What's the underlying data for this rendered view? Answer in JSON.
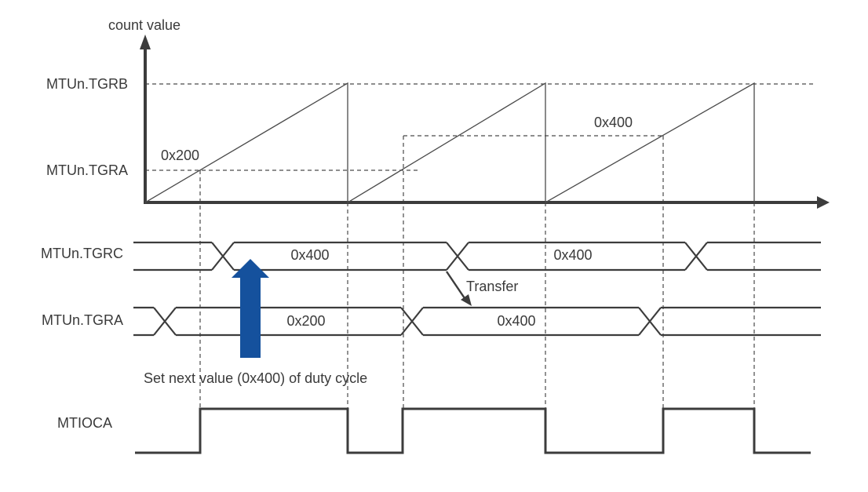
{
  "graph": {
    "axis_label": "count value",
    "tgrb_label": "MTUn.TGRB",
    "tgra_label": "MTUn.TGRA",
    "compare_initial": "0x200",
    "compare_new": "0x400"
  },
  "buses": {
    "tgrc": {
      "label": "MTUn.TGRC",
      "values": [
        "0x400",
        "0x400"
      ]
    },
    "tgra": {
      "label": "MTUn.TGRA",
      "values": [
        "0x200",
        "0x400"
      ]
    }
  },
  "output": {
    "label": "MTIOCA"
  },
  "annotations": {
    "transfer": "Transfer",
    "set_next": "Set next value (0x400) of duty cycle"
  },
  "colors": {
    "line_dark": "#3c3c3c",
    "line_thin": "#4a4a4a",
    "arrow_blue": "#15519d",
    "text": "#3a3a3a",
    "background": "#ffffff"
  },
  "chart_data": {
    "type": "timing-diagram",
    "counter": {
      "label": "count value",
      "shape": "sawtooth",
      "cycles": 3,
      "levels": [
        "MTUn.TGRB",
        "MTUn.TGRA"
      ],
      "compare_values_shown": [
        "0x200",
        "0x400"
      ]
    },
    "registers": [
      {
        "name": "MTUn.TGRC",
        "segment_values": [
          "",
          "0x400",
          "0x400",
          ""
        ]
      },
      {
        "name": "MTUn.TGRA",
        "segment_values": [
          "",
          "0x200",
          "0x400",
          ""
        ]
      }
    ],
    "output_waveform": {
      "name": "MTIOCA",
      "pattern": [
        "low",
        "high",
        "low",
        "high",
        "low",
        "high",
        "low"
      ]
    },
    "events": [
      "Set next value (0x400) of duty cycle",
      "Transfer"
    ]
  }
}
